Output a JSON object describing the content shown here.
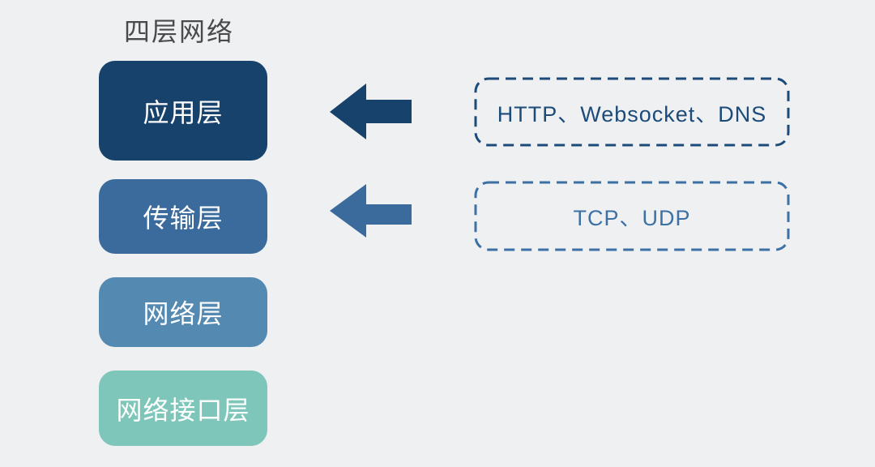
{
  "title": "四层网络",
  "colors": {
    "background": "#eef0f2",
    "title_text": "#4a4a4a",
    "layer_text": "#ffffff"
  },
  "layers": [
    {
      "label": "应用层",
      "color": "#17426c"
    },
    {
      "label": "传输层",
      "color": "#3a6b9c"
    },
    {
      "label": "网络层",
      "color": "#5489b2"
    },
    {
      "label": "网络接口层",
      "color": "#7dc6b9"
    }
  ],
  "protocol_boxes": [
    {
      "label": "HTTP、Websocket、DNS",
      "color": "#1c4b7a"
    },
    {
      "label": "TCP、UDP",
      "color": "#3d70a5"
    }
  ],
  "arrows": [
    {
      "direction": "left",
      "color": "#17426c"
    },
    {
      "direction": "left",
      "color": "#3a6b9c"
    }
  ]
}
